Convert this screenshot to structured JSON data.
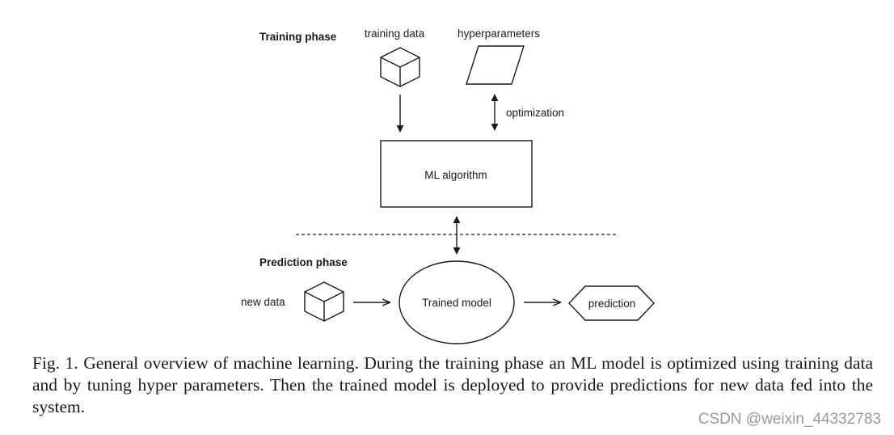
{
  "diagram": {
    "training_phase_label": "Training phase",
    "training_data_label": "training data",
    "hyperparameters_label": "hyperparameters",
    "optimization_label": "optimization",
    "algorithm_label": "ML algorithm",
    "prediction_phase_label": "Prediction phase",
    "new_data_label": "new data",
    "trained_model_label": "Trained model",
    "prediction_label": "prediction"
  },
  "caption": {
    "text": "Fig. 1.  General overview of machine learning. During the training phase an ML model is optimized using training data and by tuning hyper parameters. Then the trained model is deployed to provide predictions for new data fed into the system."
  },
  "watermark": "CSDN @weixin_44332783"
}
